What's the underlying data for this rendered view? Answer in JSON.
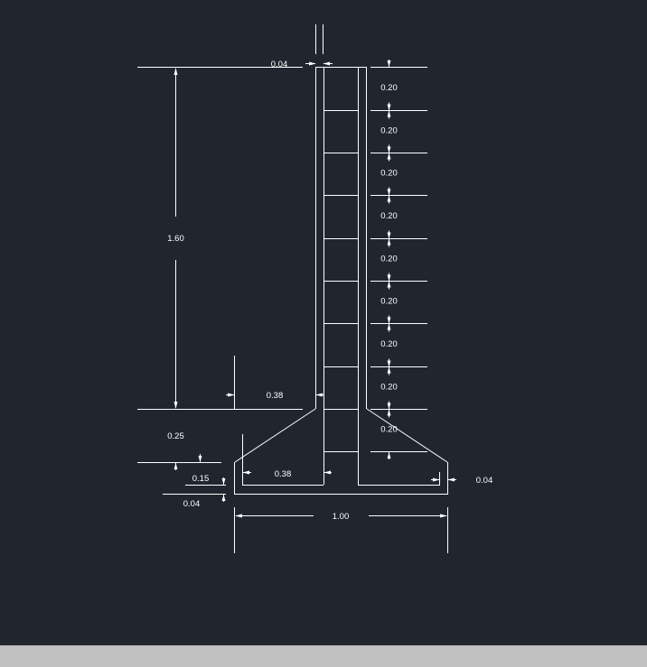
{
  "colors": {
    "background": "#21262e",
    "linework": "#ffffff",
    "status_bar": "#c0c0c0"
  },
  "dimensions": {
    "stem_thickness_top": "0.04",
    "stem_height": "1.60",
    "step": "0.20",
    "stem_to_heel": "0.38",
    "toe_width": "0.38",
    "footing_height": "0.25",
    "footing_edge": "0.15",
    "base_slab": "0.04",
    "footing_width": "1.00",
    "toe_edge": "0.04"
  },
  "steps": [
    "0.20",
    "0.20",
    "0.20",
    "0.20",
    "0.20",
    "0.20",
    "0.20",
    "0.20",
    "0.20"
  ]
}
